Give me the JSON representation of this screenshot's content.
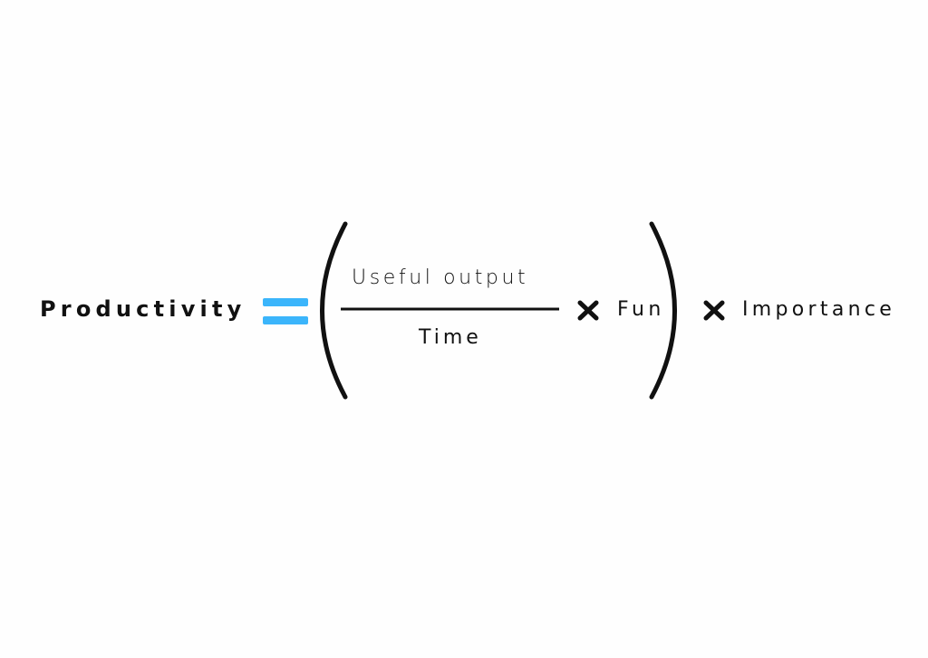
{
  "formula": {
    "lhs": "Productivity",
    "numerator": "Useful output",
    "denominator": "Time",
    "factor1": "Fun",
    "factor2": "Importance",
    "equals_color": "#3bb5fb",
    "operators": [
      "multiply-icon",
      "multiply-icon"
    ]
  }
}
